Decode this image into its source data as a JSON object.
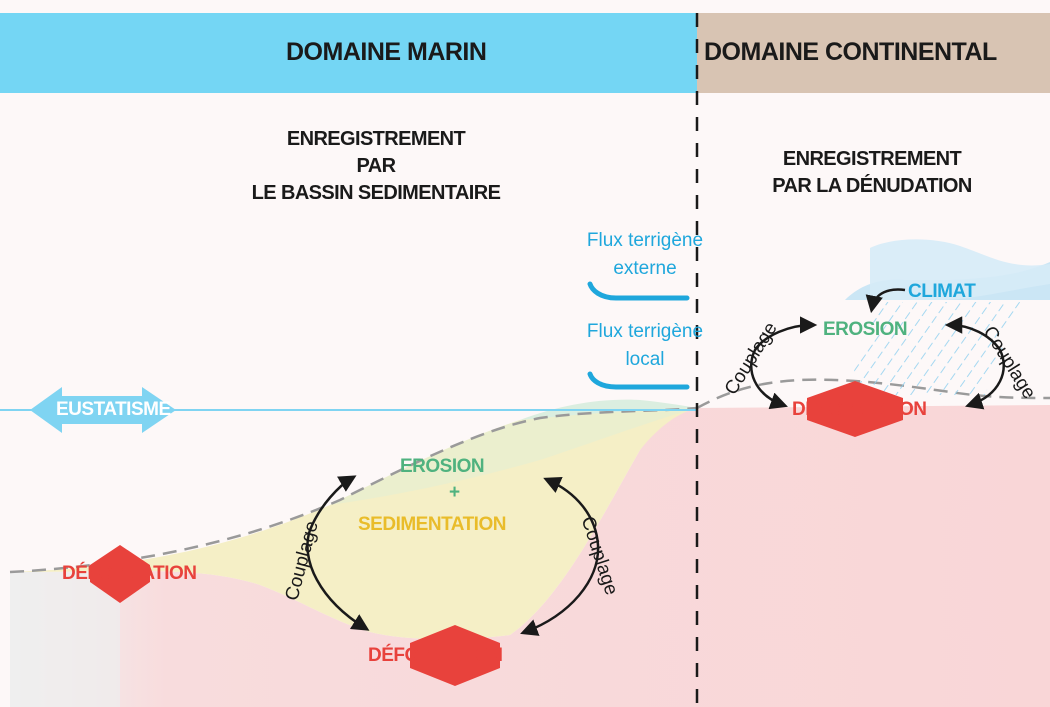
{
  "header": {
    "marin": "DOMAINE MARIN",
    "continental": "DOMAINE CONTINENTAL",
    "marin_color": "#74d6f4",
    "continental_color": "#d8c4b3"
  },
  "recording": {
    "marin": [
      "ENREGISTREMENT",
      "PAR",
      "LE BASSIN SEDIMENTAIRE"
    ],
    "continental": [
      "ENREGISTREMENT",
      "PAR LA DÉNUDATION"
    ]
  },
  "flux": {
    "externe": [
      "Flux terrigène",
      "externe"
    ],
    "local": [
      "Flux terrigène",
      "local"
    ]
  },
  "labels": {
    "eustatisme": "EUSTATISME",
    "deformation": "DÉFORMATION",
    "erosion": "EROSION",
    "plus": "+",
    "sedimentation": "SEDIMENTATION",
    "climat": "CLIMAT",
    "couplage": "Couplage"
  },
  "colors": {
    "deformation": "#e8423c",
    "erosion": "#4fb27f",
    "sedimentation": "#e9bc2a",
    "eustatisme": "#1fa7dc",
    "basement": "#f9d5d6",
    "sediment": "#f5efc6"
  }
}
